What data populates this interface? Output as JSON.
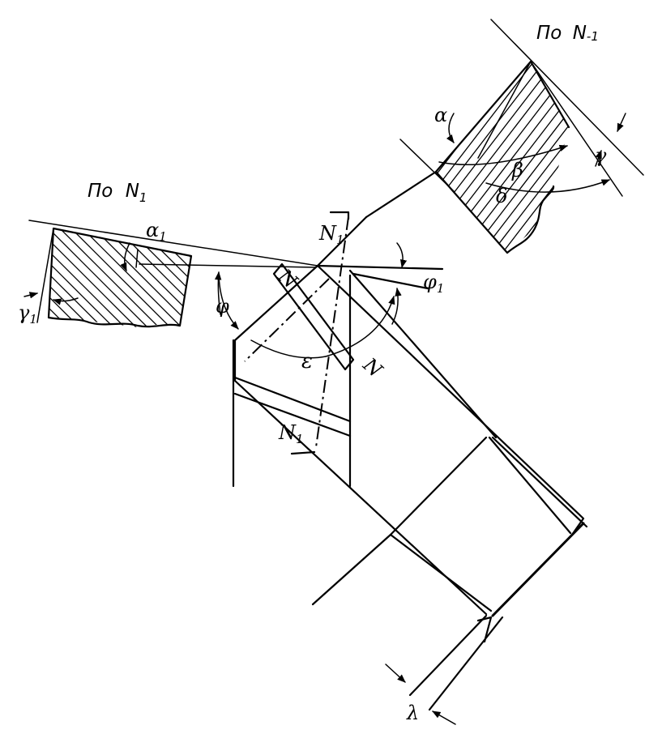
{
  "diagram": {
    "section_left": {
      "heading_prefix": "По",
      "heading_symbol": "N",
      "heading_sub": "1"
    },
    "section_right": {
      "heading_prefix": "По",
      "heading_symbol": "N",
      "heading_sub": "-1"
    },
    "labels": {
      "alpha": "α",
      "alpha1": "α",
      "alpha1_sub": "1",
      "beta": "β",
      "gamma": "γ",
      "gamma1": "γ",
      "gamma1_sub": "1",
      "delta": "δ",
      "phi": "φ",
      "phi1": "φ",
      "phi1_sub": "1",
      "epsilon": "ε",
      "lambda": "λ",
      "N": "N",
      "N1": "N",
      "N1_sub": "1"
    }
  }
}
